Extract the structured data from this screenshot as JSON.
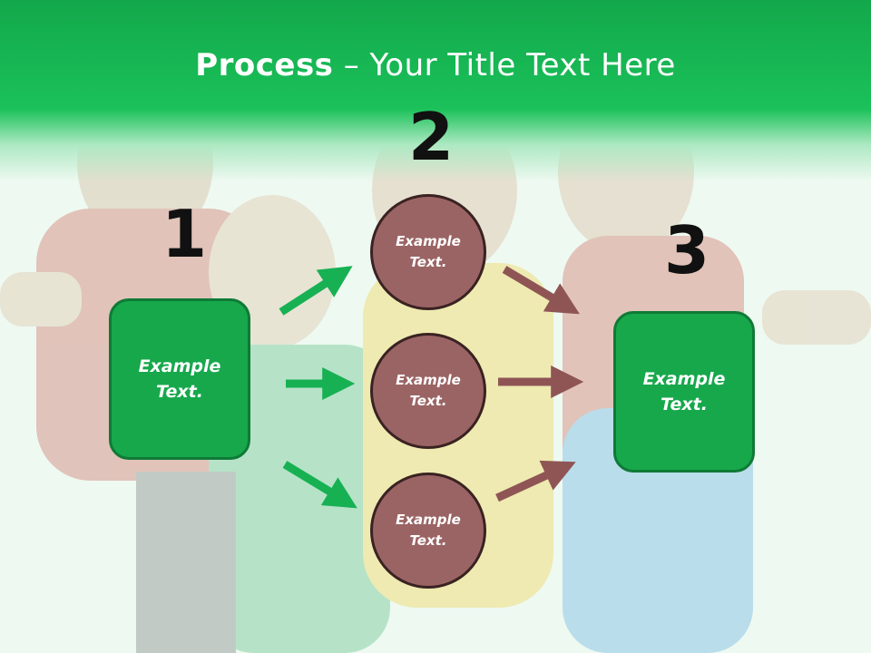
{
  "slide": {
    "title_bold": "Process",
    "title_rest": " – Your Title Text Here"
  },
  "steps": {
    "step1_number": "1",
    "step2_number": "2",
    "step3_number": "3"
  },
  "nodes": {
    "left_box": "Example\nText.",
    "circle_top": "Example\nText.",
    "circle_middle": "Example\nText.",
    "circle_bottom": "Example\nText.",
    "right_box": "Example\nText."
  },
  "colors": {
    "header_green": "#1bc15a",
    "box_green": "#17a84c",
    "circle_brown": "#9b6464",
    "arrow_green": "#17b153",
    "arrow_brown": "#8f5555"
  }
}
